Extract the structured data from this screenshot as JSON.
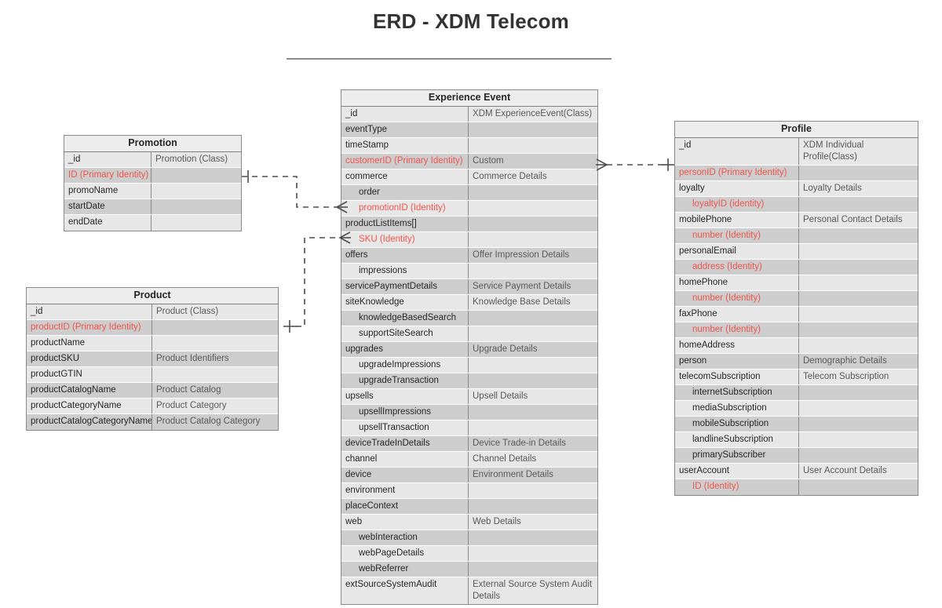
{
  "diagram": {
    "title": "ERD - XDM Telecom",
    "accent_identity_color": "#f0544c",
    "row_colors": [
      "#e7e7e7",
      "#cdcdcd"
    ],
    "border_color": "#8a8a8a"
  },
  "entities": {
    "promotion": {
      "title": "Promotion",
      "rows": [
        {
          "name": "_id",
          "type": "Promotion (Class)",
          "identity": false,
          "indent": 0
        },
        {
          "name": "ID (Primary Identity)",
          "type": "",
          "identity": true,
          "indent": 0
        },
        {
          "name": "promoName",
          "type": "",
          "identity": false,
          "indent": 0
        },
        {
          "name": "startDate",
          "type": "",
          "identity": false,
          "indent": 0
        },
        {
          "name": "endDate",
          "type": "",
          "identity": false,
          "indent": 0
        }
      ]
    },
    "product": {
      "title": "Product",
      "rows": [
        {
          "name": "_id",
          "type": "Product (Class)",
          "identity": false,
          "indent": 0
        },
        {
          "name": "productID (Primary Identity)",
          "type": "",
          "identity": true,
          "indent": 0
        },
        {
          "name": "productName",
          "type": "",
          "identity": false,
          "indent": 0
        },
        {
          "name": "productSKU",
          "type": "Product Identifiers",
          "identity": false,
          "indent": 0
        },
        {
          "name": "productGTIN",
          "type": "",
          "identity": false,
          "indent": 0
        },
        {
          "name": "productCatalogName",
          "type": "Product Catalog",
          "identity": false,
          "indent": 0
        },
        {
          "name": "productCategoryName",
          "type": "Product Category",
          "identity": false,
          "indent": 0
        },
        {
          "name": "productCatalogCategoryName",
          "type": "Product Catalog Category",
          "identity": false,
          "indent": 0
        }
      ]
    },
    "experience_event": {
      "title": "Experience Event",
      "rows": [
        {
          "name": "_id",
          "type": "XDM ExperienceEvent(Class)",
          "identity": false,
          "indent": 0
        },
        {
          "name": "eventType",
          "type": "",
          "identity": false,
          "indent": 0
        },
        {
          "name": "timeStamp",
          "type": "",
          "identity": false,
          "indent": 0
        },
        {
          "name": "customerID (Primary Identity)",
          "type": "Custom",
          "identity": true,
          "indent": 0
        },
        {
          "name": "commerce",
          "type": "Commerce Details",
          "identity": false,
          "indent": 0
        },
        {
          "name": "order",
          "type": "",
          "identity": false,
          "indent": 1
        },
        {
          "name": "promotionID (Identity)",
          "type": "",
          "identity": true,
          "indent": 1
        },
        {
          "name": "productListItems[]",
          "type": "",
          "identity": false,
          "indent": 0
        },
        {
          "name": "SKU (Identity)",
          "type": "",
          "identity": true,
          "indent": 1
        },
        {
          "name": "offers",
          "type": "Offer Impression Details",
          "identity": false,
          "indent": 0
        },
        {
          "name": "impressions",
          "type": "",
          "identity": false,
          "indent": 1
        },
        {
          "name": "servicePaymentDetails",
          "type": "Service Payment Details",
          "identity": false,
          "indent": 0
        },
        {
          "name": "siteKnowledge",
          "type": "Knowledge Base Details",
          "identity": false,
          "indent": 0
        },
        {
          "name": "knowledgeBasedSearch",
          "type": "",
          "identity": false,
          "indent": 1
        },
        {
          "name": "supportSiteSearch",
          "type": "",
          "identity": false,
          "indent": 1
        },
        {
          "name": "upgrades",
          "type": "Upgrade Details",
          "identity": false,
          "indent": 0
        },
        {
          "name": "upgradeImpressions",
          "type": "",
          "identity": false,
          "indent": 1
        },
        {
          "name": "upgradeTransaction",
          "type": "",
          "identity": false,
          "indent": 1
        },
        {
          "name": "upsells",
          "type": "Upsell Details",
          "identity": false,
          "indent": 0
        },
        {
          "name": "upsellImpressions",
          "type": "",
          "identity": false,
          "indent": 1
        },
        {
          "name": "upsellTransaction",
          "type": "",
          "identity": false,
          "indent": 1
        },
        {
          "name": "deviceTradeInDetails",
          "type": "Device Trade-in Details",
          "identity": false,
          "indent": 0
        },
        {
          "name": "channel",
          "type": "Channel Details",
          "identity": false,
          "indent": 0
        },
        {
          "name": "device",
          "type": "Environment Details",
          "identity": false,
          "indent": 0
        },
        {
          "name": "environment",
          "type": "",
          "identity": false,
          "indent": 0
        },
        {
          "name": "placeContext",
          "type": "",
          "identity": false,
          "indent": 0
        },
        {
          "name": "web",
          "type": "Web Details",
          "identity": false,
          "indent": 0
        },
        {
          "name": "webInteraction",
          "type": "",
          "identity": false,
          "indent": 1
        },
        {
          "name": "webPageDetails",
          "type": "",
          "identity": false,
          "indent": 1
        },
        {
          "name": "webReferrer",
          "type": "",
          "identity": false,
          "indent": 1
        },
        {
          "name": "extSourceSystemAudit",
          "type": "External Source System Audit Details",
          "identity": false,
          "indent": 0
        }
      ]
    },
    "profile": {
      "title": "Profile",
      "rows": [
        {
          "name": "_id",
          "type": "XDM Individual Profile(Class)",
          "identity": false,
          "indent": 0
        },
        {
          "name": "personID (Primary Identity)",
          "type": "",
          "identity": true,
          "indent": 0
        },
        {
          "name": "loyalty",
          "type": "Loyalty Details",
          "identity": false,
          "indent": 0
        },
        {
          "name": "loyaltyID (identity)",
          "type": "",
          "identity": true,
          "indent": 1
        },
        {
          "name": "mobilePhone",
          "type": "Personal Contact Details",
          "identity": false,
          "indent": 0
        },
        {
          "name": "number (Identity)",
          "type": "",
          "identity": true,
          "indent": 1
        },
        {
          "name": "personalEmail",
          "type": "",
          "identity": false,
          "indent": 0
        },
        {
          "name": "address (Identity)",
          "type": "",
          "identity": true,
          "indent": 1
        },
        {
          "name": "homePhone",
          "type": "",
          "identity": false,
          "indent": 0
        },
        {
          "name": "number (Identity)",
          "type": "",
          "identity": true,
          "indent": 1
        },
        {
          "name": "faxPhone",
          "type": "",
          "identity": false,
          "indent": 0
        },
        {
          "name": "number (Identity)",
          "type": "",
          "identity": true,
          "indent": 1
        },
        {
          "name": "homeAddress",
          "type": "",
          "identity": false,
          "indent": 0
        },
        {
          "name": "person",
          "type": "Demographic Details",
          "identity": false,
          "indent": 0
        },
        {
          "name": "telecomSubscription",
          "type": "Telecom Subscription",
          "identity": false,
          "indent": 0
        },
        {
          "name": "internetSubscription",
          "type": "",
          "identity": false,
          "indent": 1
        },
        {
          "name": "mediaSubscription",
          "type": "",
          "identity": false,
          "indent": 1
        },
        {
          "name": "mobileSubscription",
          "type": "",
          "identity": false,
          "indent": 1
        },
        {
          "name": "landlineSubscription",
          "type": "",
          "identity": false,
          "indent": 1
        },
        {
          "name": "primarySubscriber",
          "type": "",
          "identity": false,
          "indent": 1
        },
        {
          "name": "userAccount",
          "type": "User Account Details",
          "identity": false,
          "indent": 0
        },
        {
          "name": "ID (Identity)",
          "type": "",
          "identity": true,
          "indent": 1
        }
      ]
    }
  },
  "relationships": [
    {
      "id": "promotion-to-event",
      "from": "promotion",
      "to": "experience-event-promotionID",
      "style": "dashed",
      "from_marker": "one",
      "to_marker": "crows-foot"
    },
    {
      "id": "product-to-event",
      "from": "product",
      "to": "experience-event-sku",
      "style": "dashed",
      "from_marker": "one",
      "to_marker": "crows-foot"
    },
    {
      "id": "event-to-profile",
      "from": "experience-event-customerID",
      "to": "profile-personID",
      "style": "dashed",
      "from_marker": "crows-foot",
      "to_marker": "one"
    }
  ]
}
